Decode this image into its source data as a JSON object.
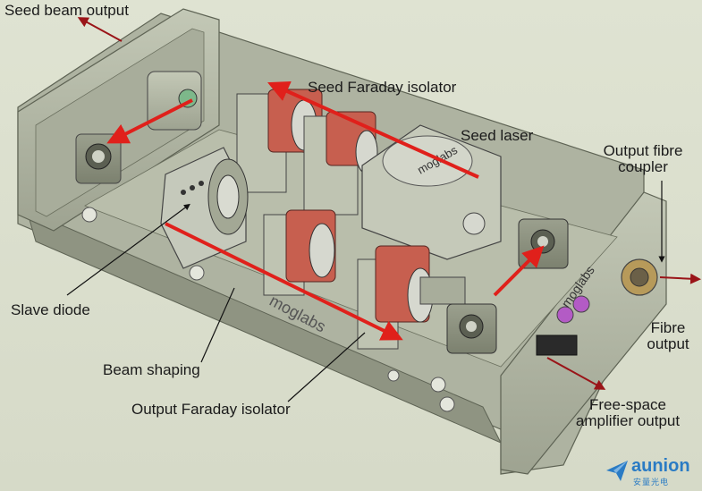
{
  "labels": {
    "seed_beam_output": "Seed beam output",
    "seed_faraday_isolator": "Seed Faraday isolator",
    "seed_laser": "Seed laser",
    "output_fibre_coupler_1": "Output fibre",
    "output_fibre_coupler_2": "coupler",
    "slave_diode": "Slave diode",
    "beam_shaping": "Beam shaping",
    "output_faraday_isolator": "Output Faraday isolator",
    "fibre_output_1": "Fibre",
    "fibre_output_2": "output",
    "free_space_1": "Free-space",
    "free_space_2": "amplifier output"
  },
  "branding": {
    "device_logo": "moglabs",
    "company_name": "aunion",
    "company_sub": "安量光电"
  },
  "colors": {
    "beam_arrow": "#e0201b",
    "leader_arrow": "#9a1418",
    "enclosure": "#b4b9a7",
    "isolator": "#c75f4f"
  }
}
